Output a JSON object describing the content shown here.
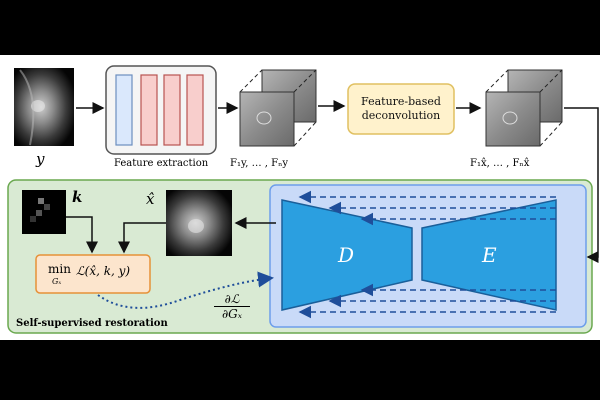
{
  "input_label": "y",
  "feature_extraction": {
    "label": "Feature extraction"
  },
  "features_y_label": "F₁y, … , Fₙy",
  "deconv": {
    "line1": "Feature-based",
    "line2": "deconvolution"
  },
  "features_x_label": "F₁x̂, … , Fₙx̂",
  "kernel_label": "k",
  "xhat_label": "x̂",
  "loss": {
    "min": "min",
    "sub": "Gₓ",
    "expr": "ℒ(x̂, k, y)"
  },
  "gradient": {
    "numerator": "∂ℒ",
    "denominator": "∂Gₓ"
  },
  "network": {
    "decoder": "D",
    "encoder": "E"
  },
  "region_label": "Self-supervised restoration",
  "colors": {
    "green_region": "#d9ead3",
    "green_border": "#6aa84f",
    "blue_region": "#c9daf8",
    "blue_border": "#6d9eeb",
    "network_fill": "#2b9fe0",
    "loss_fill": "#fce5cd",
    "loss_border": "#e69138",
    "deconv_fill": "#fff2cc",
    "deconv_border": "#e0c061"
  }
}
